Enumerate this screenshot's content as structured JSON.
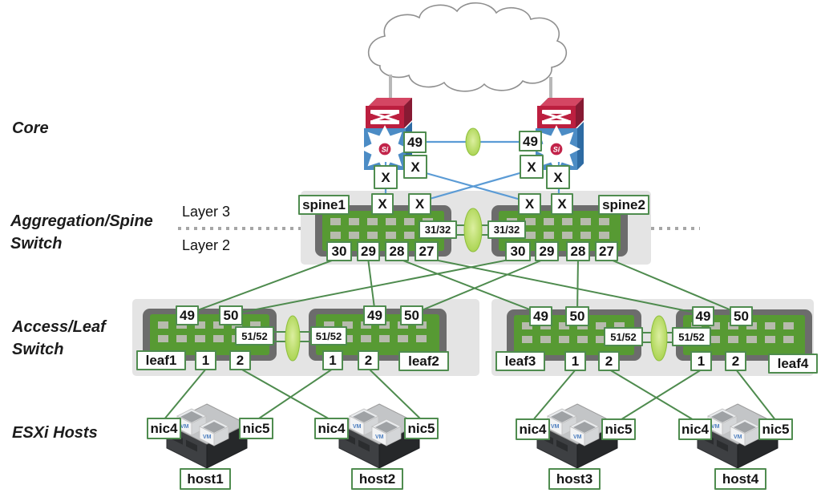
{
  "sections": {
    "core": "Core",
    "aggregation_line1": "Aggregation/Spine",
    "aggregation_line2": "Switch",
    "access_line1": "Access/Leaf",
    "access_line2": "Switch",
    "esxi": "ESXi Hosts",
    "layer3": "Layer 3",
    "layer2": "Layer 2"
  },
  "devices": {
    "spine1": "spine1",
    "spine2": "spine2",
    "leaf1": "leaf1",
    "leaf2": "leaf2",
    "leaf3": "leaf3",
    "leaf4": "leaf4",
    "host1": "host1",
    "host2": "host2",
    "host3": "host3",
    "host4": "host4"
  },
  "ports": {
    "x": "X",
    "p49": "49",
    "p50": "50",
    "p30": "30",
    "p29": "29",
    "p28": "28",
    "p27": "27",
    "p3132": "31/32",
    "p5152": "51/52",
    "p1": "1",
    "p2": "2",
    "nic4": "nic4",
    "nic5": "nic5"
  },
  "icons": {
    "si": "Si",
    "vm": "VM"
  },
  "colors": {
    "link_green": "#4e8b4e",
    "link_blue": "#5b9bd5",
    "switch_green": "#579a33",
    "core_red": "#bc1f3f",
    "core_blue": "#4c8cc5",
    "portchannel_green": "#b9dc60",
    "label_border_green": "#4f8c4f"
  }
}
